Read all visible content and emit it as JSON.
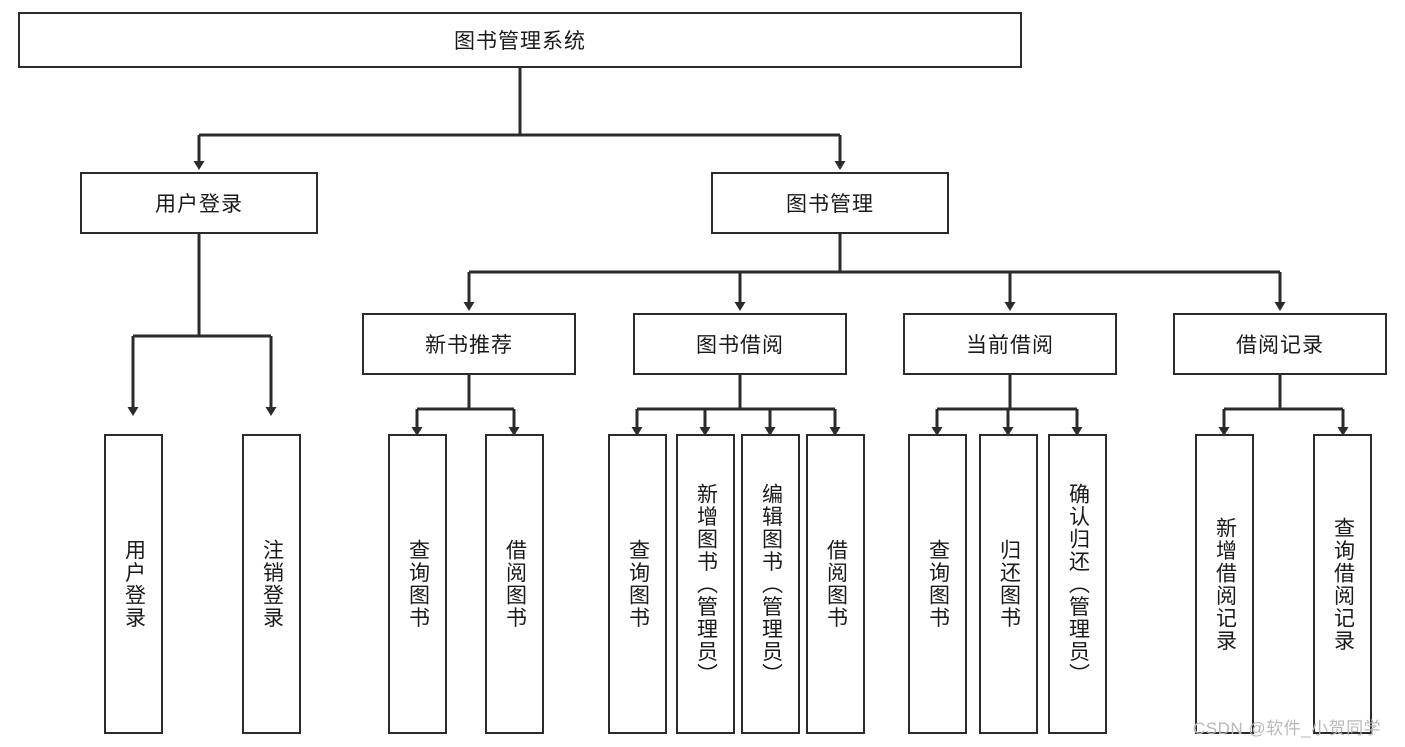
{
  "diagram": {
    "title_node": {
      "label": "图书管理系统"
    },
    "level2": [
      {
        "id": "user-login",
        "label": "用户登录"
      },
      {
        "id": "book-management",
        "label": "图书管理"
      }
    ],
    "level3": [
      {
        "id": "new-book-recommend",
        "label": "新书推荐"
      },
      {
        "id": "book-borrow",
        "label": "图书借阅"
      },
      {
        "id": "current-borrow",
        "label": "当前借阅"
      },
      {
        "id": "borrow-record",
        "label": "借阅记录"
      }
    ],
    "leaves": [
      {
        "id": "leaf-user-login",
        "label": "用户登录",
        "parent": "user-login"
      },
      {
        "id": "leaf-logout-login",
        "label": "注销登录",
        "parent": "user-login"
      },
      {
        "id": "leaf-query-book-1",
        "label": "查询图书",
        "parent": "new-book-recommend"
      },
      {
        "id": "leaf-borrow-book-1",
        "label": "借阅图书",
        "parent": "new-book-recommend"
      },
      {
        "id": "leaf-query-book-2",
        "label": "查询图书",
        "parent": "book-borrow"
      },
      {
        "id": "leaf-add-book-admin",
        "label": "新增图书（管理员）",
        "parent": "book-borrow"
      },
      {
        "id": "leaf-edit-book-admin",
        "label": "编辑图书（管理员）",
        "parent": "book-borrow"
      },
      {
        "id": "leaf-borrow-book-2",
        "label": "借阅图书",
        "parent": "book-borrow"
      },
      {
        "id": "leaf-query-book-3",
        "label": "查询图书",
        "parent": "current-borrow"
      },
      {
        "id": "leaf-return-book",
        "label": "归还图书",
        "parent": "current-borrow"
      },
      {
        "id": "leaf-confirm-return-admin",
        "label": "确认归还（管理员）",
        "parent": "current-borrow"
      },
      {
        "id": "leaf-add-borrow-record",
        "label": "新增借阅记录",
        "parent": "borrow-record"
      },
      {
        "id": "leaf-query-borrow-record",
        "label": "查询借阅记录",
        "parent": "borrow-record"
      }
    ],
    "watermark": "CSDN @软件_小贺同学",
    "colors": {
      "stroke": "#2b2b2b",
      "fill": "#ffffff",
      "text": "#1a1a1a",
      "watermark": "#b9b9b9"
    }
  }
}
